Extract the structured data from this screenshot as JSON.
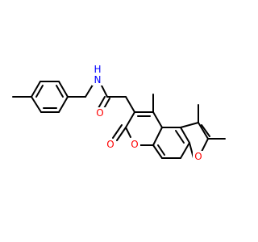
{
  "colors": {
    "bond": "#000000",
    "nitrogen": "#0000FF",
    "oxygen": "#FF0000",
    "background": "#FFFFFF"
  },
  "atoms": {
    "amide_nh": {
      "text": "N",
      "sub": "H",
      "element": "nitrogen"
    },
    "amide_o": {
      "text": "O",
      "element": "oxygen"
    },
    "lactone_carbonyl_o": {
      "text": "O",
      "element": "oxygen"
    },
    "pyran_o": {
      "text": "O",
      "element": "oxygen"
    },
    "furan_o": {
      "text": "O",
      "element": "oxygen"
    }
  }
}
